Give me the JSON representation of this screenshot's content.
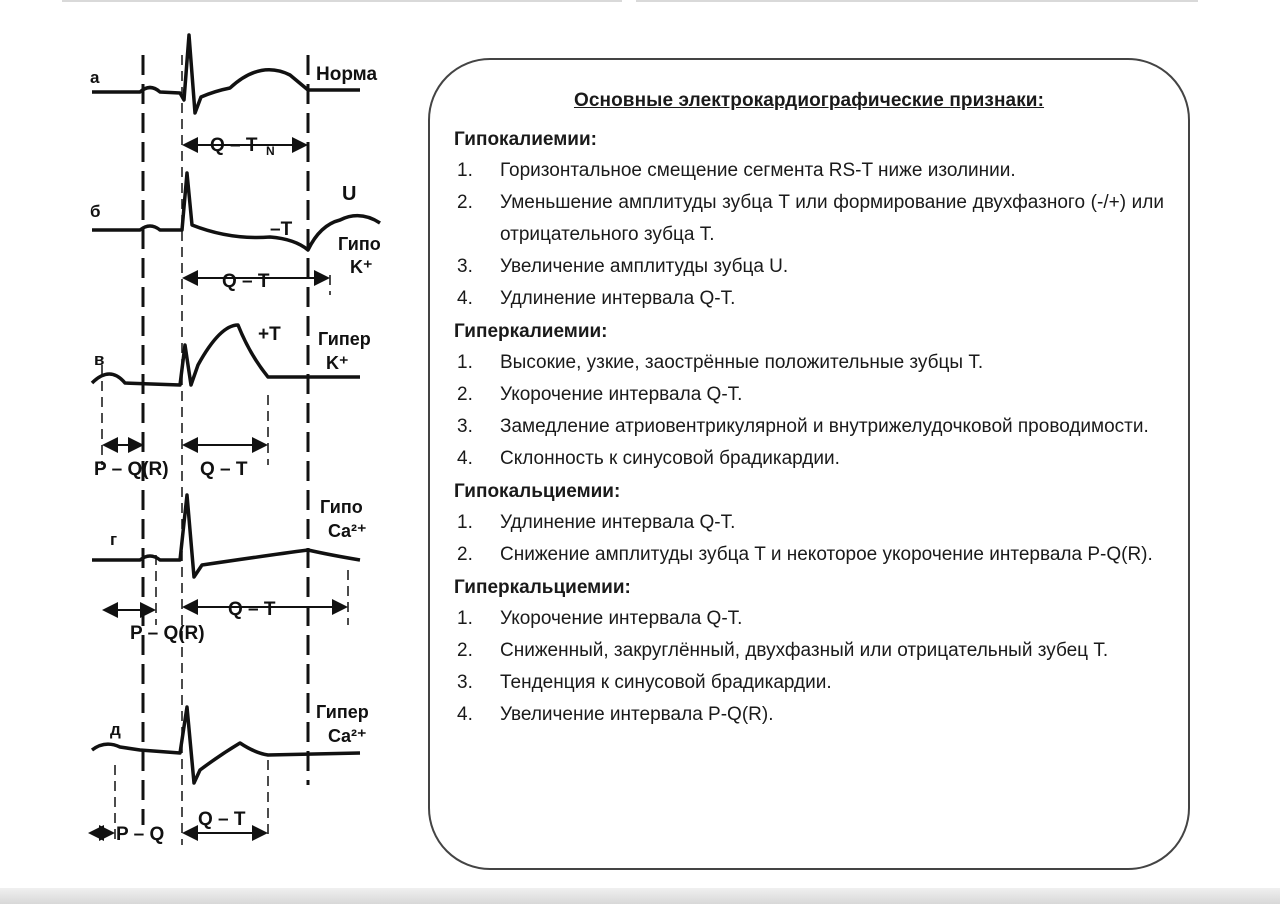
{
  "figure": {
    "rows": [
      {
        "letter": "а",
        "label_lines": [
          "Норма"
        ],
        "interval": "Q – T",
        "interval_sub": "N"
      },
      {
        "letter": "б",
        "wave_labels": [
          "U",
          "–T"
        ],
        "label_lines": [
          "Гипо",
          "K⁺"
        ],
        "interval": "Q – T"
      },
      {
        "letter": "в",
        "wave_labels": [
          "+T"
        ],
        "label_lines": [
          "Гипер",
          "K⁺"
        ],
        "interval": "Q – T",
        "interval2": "P – Q(R)"
      },
      {
        "letter": "г",
        "label_lines": [
          "Гипо",
          "Ca²⁺"
        ],
        "interval": "Q – T",
        "interval2": "P – Q(R)"
      },
      {
        "letter": "д",
        "label_lines": [
          "Гипер",
          "Ca²⁺"
        ],
        "interval": "Q – T",
        "interval2": "P – Q"
      }
    ]
  },
  "panel": {
    "title": "Основные электрокардиографические признаки:",
    "sections": [
      {
        "heading": "Гипокалиемии:",
        "items": [
          {
            "n": "1.",
            "text": "Горизонтальное смещение сегмента RS-T ниже изолинии."
          },
          {
            "n": "2.",
            "text": "Уменьшение амплитуды зубца T или формирование двухфазного (-/+) или отрицательного зубца T."
          },
          {
            "n": "3.",
            "text": "Увеличение амплитуды зубца U."
          },
          {
            "n": "4.",
            "text": "Удлинение интервала Q-T."
          }
        ]
      },
      {
        "heading": "Гиперкалиемии:",
        "items": [
          {
            "n": "1.",
            "text": "Высокие, узкие, заострённые положительные зубцы T."
          },
          {
            "n": "2.",
            "text": "Укорочение интервала Q-T."
          },
          {
            "n": "3.",
            "text": "Замедление атриовентрикулярной и внутрижелудочковой проводимости."
          },
          {
            "n": "4.",
            "text": "Склонность к синусовой брадикардии."
          }
        ]
      },
      {
        "heading": "Гипокальциемии:",
        "items": [
          {
            "n": "1.",
            "text": "Удлинение интервала Q-T."
          },
          {
            "n": "2.",
            "text": "Снижение амплитуды зубца T и некоторое укорочение интервала P-Q(R)."
          }
        ]
      },
      {
        "heading": "Гиперкальциемии:",
        "items": [
          {
            "n": "1.",
            "text": "Укорочение интервала Q-T."
          },
          {
            "n": "2.",
            "text": "Сниженный, закруглённый, двухфазный или отрицательный зубец T."
          },
          {
            "n": "3.",
            "text": "Тенденция к синусовой брадикардии."
          },
          {
            "n": "4.",
            "text": "Увеличение интервала P-Q(R)."
          }
        ]
      }
    ]
  }
}
